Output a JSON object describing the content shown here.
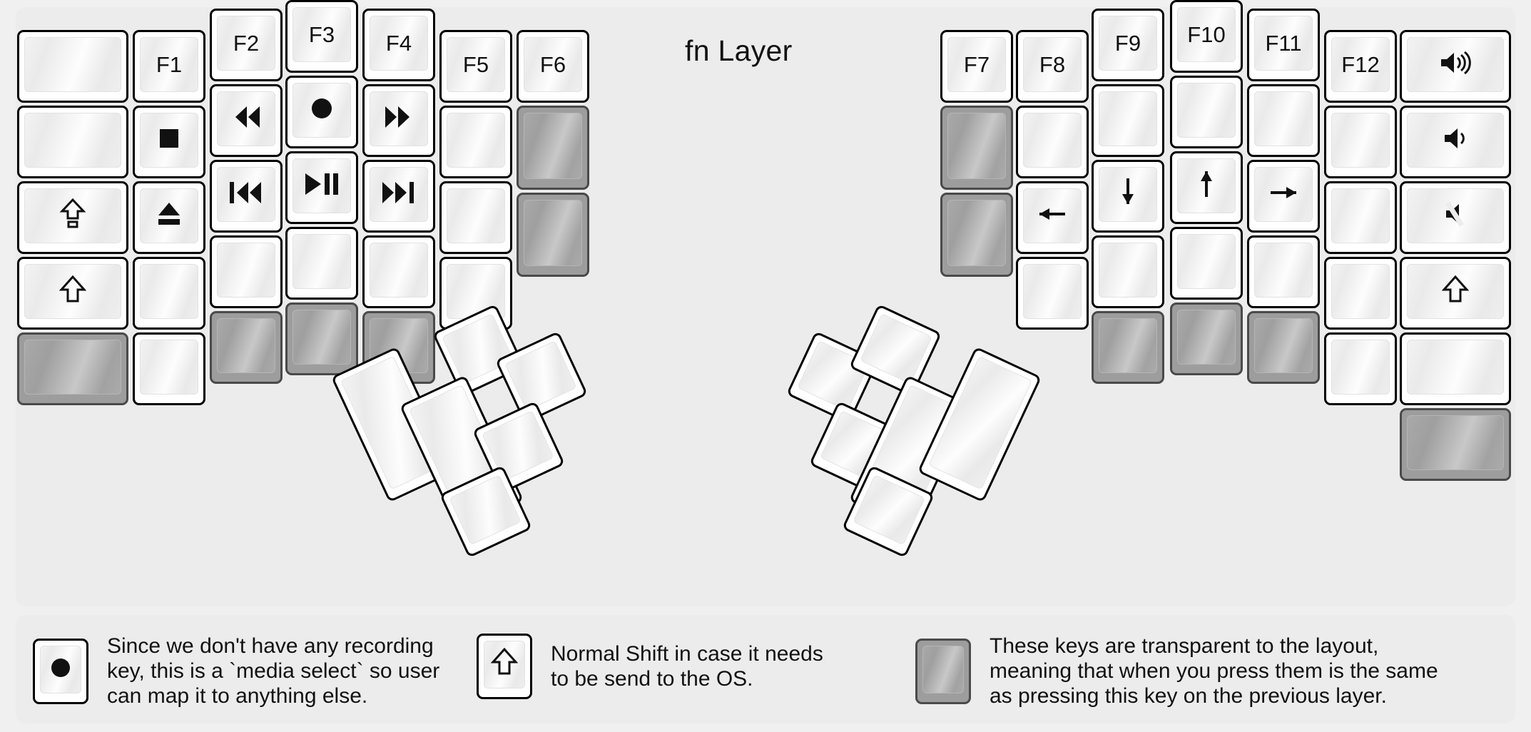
{
  "title": "fn Layer",
  "colors": {
    "background": "#f0f0f0",
    "panel": "#ececec",
    "key_face": "#ffffff",
    "key_border": "#000000",
    "transparent_key": "#9d9d9d",
    "transparent_key_border": "#4a4a4a",
    "text": "#111111"
  },
  "legend": [
    {
      "key_glyph": "record-dot",
      "key_type": "normal",
      "text": "Since we don't have any recording\nkey, this is a `media select` so user\ncan map it to anything else."
    },
    {
      "key_glyph": "⇧",
      "key_type": "normal",
      "text": "Normal Shift in case it needs\nto be send to the OS."
    },
    {
      "key_glyph": "",
      "key_type": "transparent",
      "text": "These keys are transparent to the layout,\nmeaning that when you press them is the same\nas pressing this key on the previous layer."
    }
  ],
  "left_half": {
    "columns": [
      {
        "name": "col-outer-left",
        "keys": [
          {
            "label": "",
            "icon": "blank",
            "type": "normal"
          },
          {
            "label": "",
            "icon": "blank",
            "type": "normal"
          },
          {
            "label": "⇧",
            "icon": "caps-lock-icon",
            "type": "normal"
          },
          {
            "label": "⇧",
            "icon": "shift-icon",
            "type": "normal"
          },
          {
            "label": "",
            "icon": "blank",
            "type": "transparent"
          }
        ]
      },
      {
        "name": "col-f1",
        "keys": [
          {
            "label": "F1",
            "icon": "f1-key",
            "type": "normal"
          },
          {
            "label": "■",
            "icon": "media-stop-icon",
            "type": "normal"
          },
          {
            "label": "⏏",
            "icon": "media-eject-icon",
            "type": "normal"
          },
          {
            "label": "",
            "icon": "blank",
            "type": "normal"
          },
          {
            "label": "",
            "icon": "blank",
            "type": "normal"
          }
        ]
      },
      {
        "name": "col-f2",
        "keys": [
          {
            "label": "F2",
            "icon": "f2-key",
            "type": "normal"
          },
          {
            "label": "◀◀",
            "icon": "media-rewind-icon",
            "type": "normal"
          },
          {
            "label": "|◀◀",
            "icon": "media-previous-icon",
            "type": "normal"
          },
          {
            "label": "",
            "icon": "blank",
            "type": "normal"
          },
          {
            "label": "",
            "icon": "blank",
            "type": "transparent"
          }
        ]
      },
      {
        "name": "col-f3",
        "keys": [
          {
            "label": "F3",
            "icon": "f3-key",
            "type": "normal"
          },
          {
            "label": "●",
            "icon": "media-record-icon",
            "type": "normal"
          },
          {
            "label": "▶||",
            "icon": "media-play-pause-icon",
            "type": "normal"
          },
          {
            "label": "",
            "icon": "blank",
            "type": "normal"
          },
          {
            "label": "",
            "icon": "blank",
            "type": "transparent"
          }
        ]
      },
      {
        "name": "col-f4",
        "keys": [
          {
            "label": "F4",
            "icon": "f4-key",
            "type": "normal"
          },
          {
            "label": "▶▶",
            "icon": "media-fast-forward-icon",
            "type": "normal"
          },
          {
            "label": "▶▶|",
            "icon": "media-next-icon",
            "type": "normal"
          },
          {
            "label": "",
            "icon": "blank",
            "type": "normal"
          },
          {
            "label": "",
            "icon": "blank",
            "type": "transparent"
          }
        ]
      },
      {
        "name": "col-f5",
        "keys": [
          {
            "label": "F5",
            "icon": "f5-key",
            "type": "normal"
          },
          {
            "label": "",
            "icon": "blank",
            "type": "normal"
          },
          {
            "label": "",
            "icon": "blank",
            "type": "normal"
          },
          {
            "label": "",
            "icon": "blank",
            "type": "normal"
          }
        ]
      },
      {
        "name": "col-f6",
        "keys": [
          {
            "label": "F6",
            "icon": "f6-key",
            "type": "normal"
          },
          {
            "label": "",
            "icon": "blank",
            "type": "transparent"
          },
          {
            "label": "",
            "icon": "blank",
            "type": "transparent"
          }
        ]
      }
    ],
    "thumb_cluster": [
      {
        "label": "",
        "icon": "blank",
        "type": "normal"
      },
      {
        "label": "",
        "icon": "blank",
        "type": "normal"
      },
      {
        "label": "",
        "icon": "blank",
        "type": "normal"
      },
      {
        "label": "",
        "icon": "blank",
        "type": "normal"
      },
      {
        "label": "",
        "icon": "blank",
        "type": "normal"
      },
      {
        "label": "",
        "icon": "blank",
        "type": "normal"
      }
    ]
  },
  "right_half": {
    "columns": [
      {
        "name": "col-f7",
        "keys": [
          {
            "label": "F7",
            "icon": "f7-key",
            "type": "normal"
          },
          {
            "label": "",
            "icon": "blank",
            "type": "transparent"
          },
          {
            "label": "",
            "icon": "blank",
            "type": "transparent"
          }
        ]
      },
      {
        "name": "col-f8",
        "keys": [
          {
            "label": "F8",
            "icon": "f8-key",
            "type": "normal"
          },
          {
            "label": "",
            "icon": "blank",
            "type": "normal"
          },
          {
            "label": "←",
            "icon": "arrow-left-icon",
            "type": "normal"
          },
          {
            "label": "",
            "icon": "blank",
            "type": "normal"
          }
        ]
      },
      {
        "name": "col-f9",
        "keys": [
          {
            "label": "F9",
            "icon": "f9-key",
            "type": "normal"
          },
          {
            "label": "",
            "icon": "blank",
            "type": "normal"
          },
          {
            "label": "↓",
            "icon": "arrow-down-icon",
            "type": "normal"
          },
          {
            "label": "",
            "icon": "blank",
            "type": "normal"
          },
          {
            "label": "",
            "icon": "blank",
            "type": "transparent"
          }
        ]
      },
      {
        "name": "col-f10",
        "keys": [
          {
            "label": "F10",
            "icon": "f10-key",
            "type": "normal"
          },
          {
            "label": "",
            "icon": "blank",
            "type": "normal"
          },
          {
            "label": "↑",
            "icon": "arrow-up-icon",
            "type": "normal"
          },
          {
            "label": "",
            "icon": "blank",
            "type": "normal"
          },
          {
            "label": "",
            "icon": "blank",
            "type": "transparent"
          }
        ]
      },
      {
        "name": "col-f11",
        "keys": [
          {
            "label": "F11",
            "icon": "f11-key",
            "type": "normal"
          },
          {
            "label": "",
            "icon": "blank",
            "type": "normal"
          },
          {
            "label": "→",
            "icon": "arrow-right-icon",
            "type": "normal"
          },
          {
            "label": "",
            "icon": "blank",
            "type": "normal"
          },
          {
            "label": "",
            "icon": "blank",
            "type": "transparent"
          }
        ]
      },
      {
        "name": "col-f12",
        "keys": [
          {
            "label": "F12",
            "icon": "f12-key",
            "type": "normal"
          },
          {
            "label": "",
            "icon": "blank",
            "type": "normal"
          },
          {
            "label": "",
            "icon": "blank",
            "type": "normal"
          },
          {
            "label": "",
            "icon": "blank",
            "type": "normal"
          },
          {
            "label": "",
            "icon": "blank",
            "type": "normal"
          }
        ]
      },
      {
        "name": "col-outer-right",
        "keys": [
          {
            "label": "🔊",
            "icon": "volume-up-icon",
            "type": "normal"
          },
          {
            "label": "🔉",
            "icon": "volume-down-icon",
            "type": "normal"
          },
          {
            "label": "🔇",
            "icon": "volume-mute-icon",
            "type": "normal"
          },
          {
            "label": "⇧",
            "icon": "shift-icon",
            "type": "normal"
          },
          {
            "label": "",
            "icon": "blank",
            "type": "normal"
          },
          {
            "label": "",
            "icon": "blank",
            "type": "transparent"
          }
        ]
      }
    ],
    "thumb_cluster": [
      {
        "label": "",
        "icon": "blank",
        "type": "normal"
      },
      {
        "label": "",
        "icon": "blank",
        "type": "normal"
      },
      {
        "label": "",
        "icon": "blank",
        "type": "normal"
      },
      {
        "label": "",
        "icon": "blank",
        "type": "normal"
      },
      {
        "label": "",
        "icon": "blank",
        "type": "normal"
      },
      {
        "label": "",
        "icon": "blank",
        "type": "normal"
      }
    ]
  }
}
